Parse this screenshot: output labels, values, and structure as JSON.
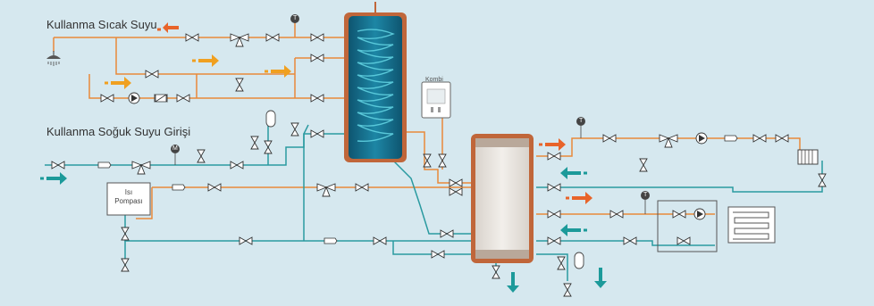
{
  "labels": {
    "hot_water": "Kullanma Sıcak Suyu",
    "cold_water": "Kullanma Soğuk Suyu Girişi",
    "boiler": "Kombi",
    "heat_pump_line1": "Isı",
    "heat_pump_line2": "Pompası",
    "gauge_t": "T",
    "gauge_m": "M"
  },
  "colors": {
    "background": "#d6e8ef",
    "hot_pipe": "#e8893a",
    "warm_pipe": "#f0a340",
    "cold_pipe": "#2a9aa0",
    "hot_arrow": "#e8642a",
    "warm_arrow": "#f0a020",
    "cold_arrow": "#1c9a9a",
    "tank_frame": "#c0663a",
    "tank_inner": "#1a6e8a"
  }
}
